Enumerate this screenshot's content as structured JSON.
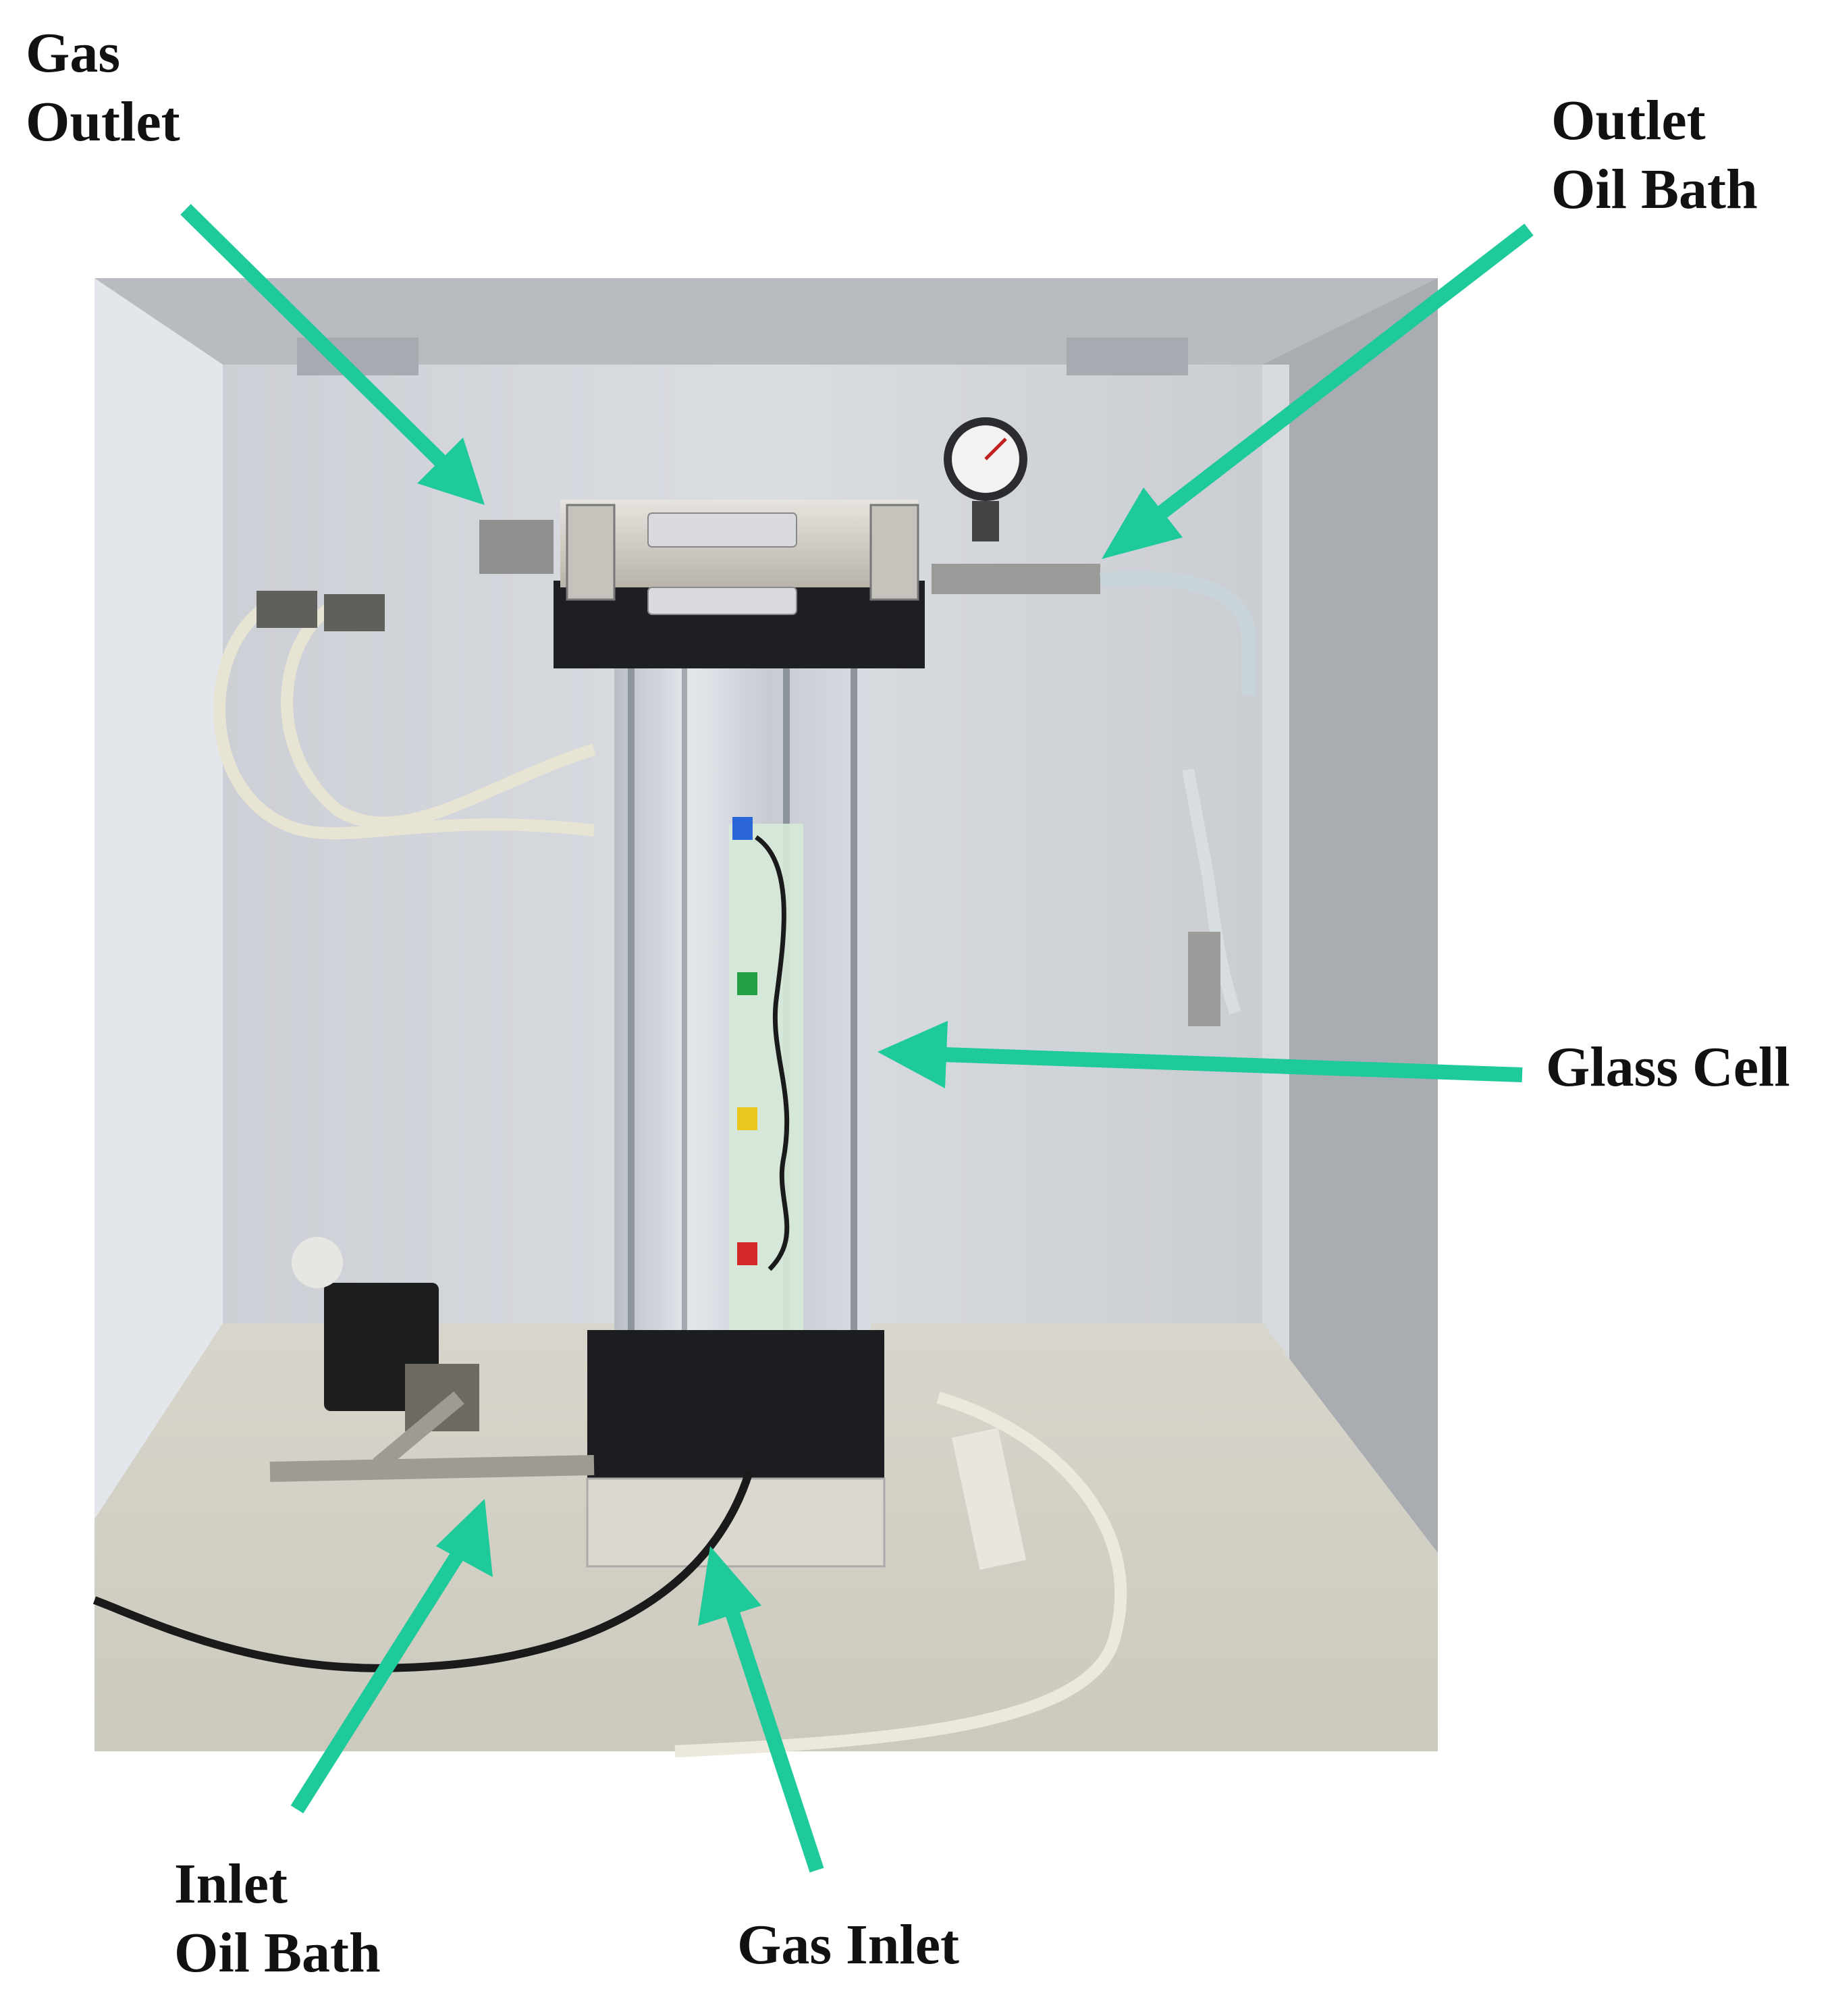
{
  "labels": {
    "gas_outlet": [
      "Gas",
      "Outlet"
    ],
    "outlet_oil_bath": [
      "Outlet",
      "Oil Bath"
    ],
    "glass_cell": "Glass Cell",
    "inlet_oil_bath": [
      "Inlet",
      "Oil Bath"
    ],
    "gas_inlet": "Gas Inlet"
  },
  "colors": {
    "arrow": "#1ec99a",
    "text": "#111111"
  }
}
